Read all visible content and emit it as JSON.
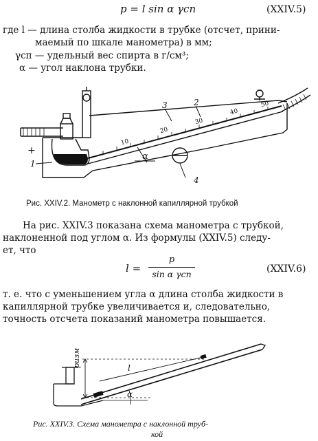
{
  "formula1": {
    "text": "p = l sin α γсп",
    "number": "(XXIV.5)"
  },
  "where": {
    "l_line1": "где l — длина столба жидкости в трубке (отсчет, прини-",
    "l_line2": "маемый по шкале манометра) в мм;",
    "gamma_line": "γсп — удельный вес спирта в г/см³;",
    "alpha_line": "α — угол наклона трубки."
  },
  "fig2": {
    "plus": "+",
    "labels": {
      "l1": "1",
      "l2": "2",
      "l3": "3",
      "l4": "4",
      "alpha": "α"
    },
    "scale": [
      "10",
      "20",
      "30",
      "40",
      "50"
    ],
    "caption": "Рис. XXIV.2. Манометр с наклонной капиллярной трубкой"
  },
  "paragraph1": [
    "На рис. XXIV.3 показана схема манометра с трубкой,",
    "наклоненной под углом α. Из формулы (XXIV.5) следу-",
    "ет, что"
  ],
  "formula2": {
    "lhs": "l =",
    "numerator": "p",
    "denominator": "sin α γсп",
    "number": "(XXIV.6)"
  },
  "paragraph2": [
    "т. е. что с уменьшением угла α длина столба жидкости в",
    "капиллярной трубке увеличивается и, следовательно,",
    "точность отсчета показаний манометра повышается."
  ],
  "fig3": {
    "labels": {
      "p": "pизм",
      "l": "l",
      "alpha": "α"
    },
    "caption_line1": "Рис. XXIV.3. Схема манометра с наклонной труб-",
    "caption_line2": "кой"
  }
}
